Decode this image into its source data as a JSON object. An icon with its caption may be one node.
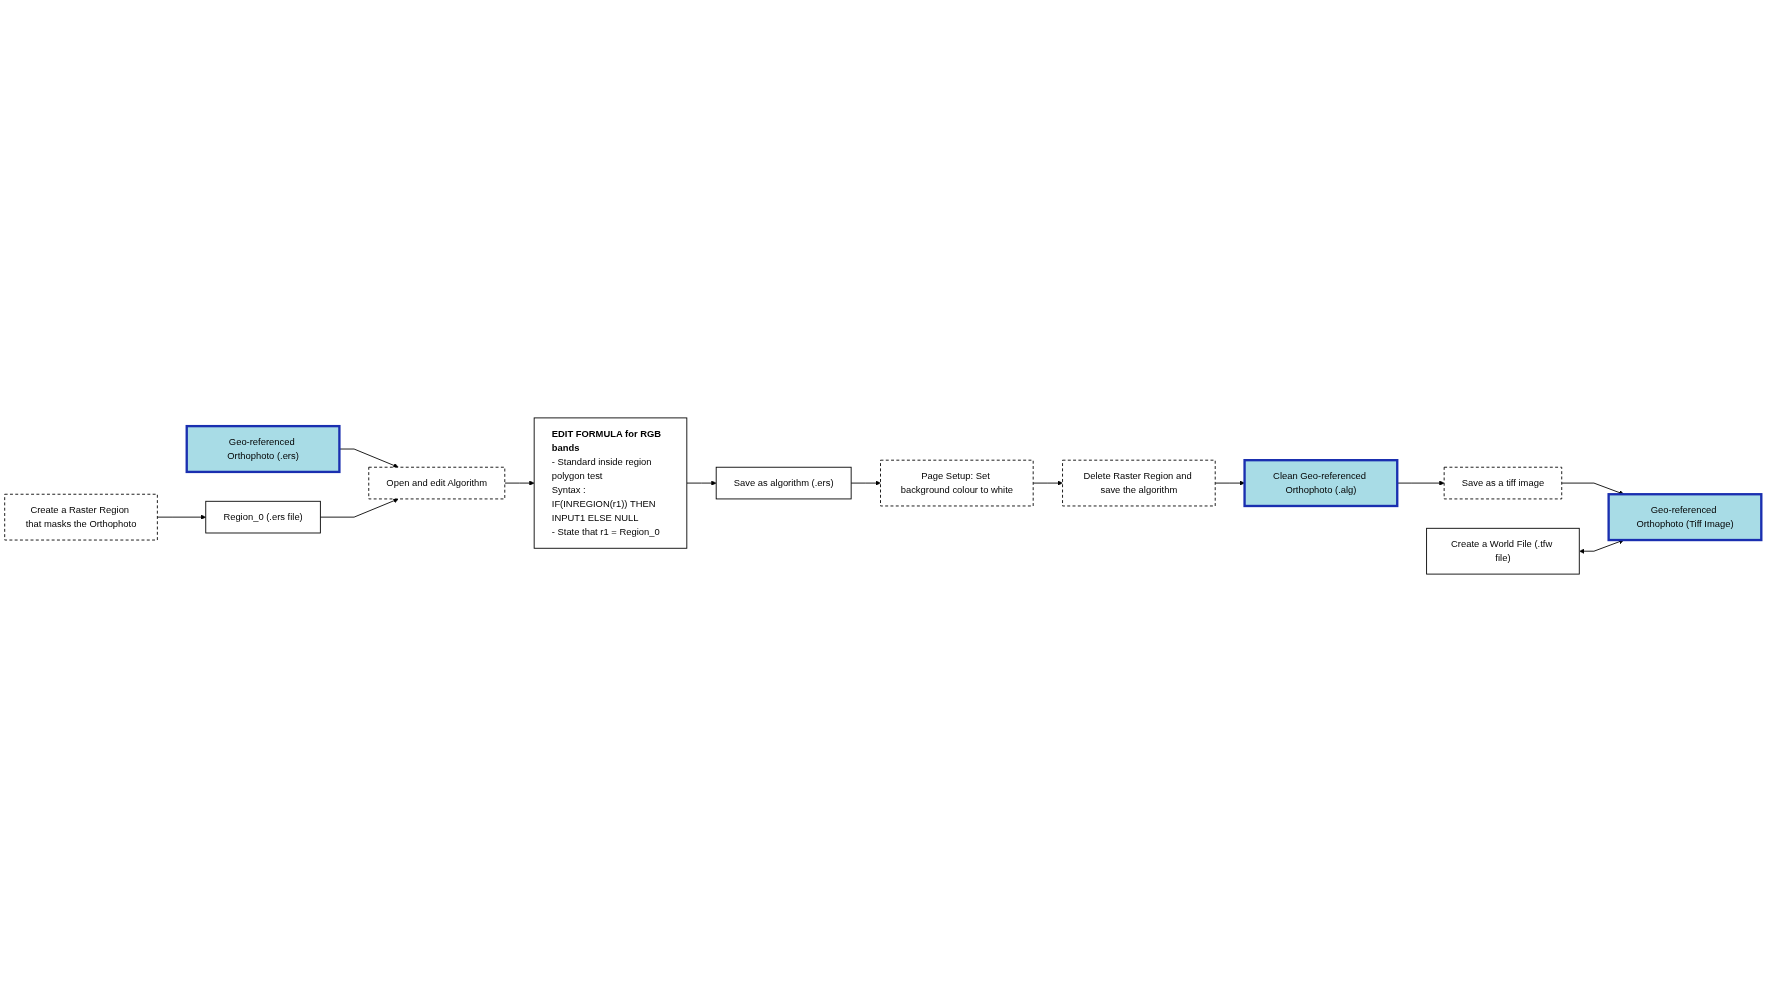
{
  "diagram": {
    "nodes": [
      {
        "text": [
          "Geo-referenced Orthophoto (.ers)"
        ]
      },
      {
        "text": [
          "Create a Raster Region that masks the Orthophoto"
        ]
      },
      {
        "text": [
          "Region_0 (.ers file)"
        ]
      },
      {
        "text": [
          "Open and edit Algorithm"
        ]
      },
      {
        "text": [
          "EDIT FORMULA for RGB bands",
          "- Standard inside region polygon test",
          "Syntax :",
          "IF(INREGION(r1)) THEN INPUT1 ELSE NULL",
          "- State that r1 = Region_0"
        ]
      },
      {
        "text": [
          "Save as algorithm (.ers)"
        ]
      },
      {
        "text": [
          "Page Setup: Set background colour to white"
        ]
      },
      {
        "text": [
          "Delete Raster Region and save the algorithm"
        ]
      },
      {
        "text": [
          "Clean Geo-referenced Orthophoto (.alg)"
        ]
      },
      {
        "text": [
          "Save as a tiff image"
        ]
      },
      {
        "text": [
          "Geo-referenced Orthophoto (Tiff Image)"
        ]
      },
      {
        "text": [
          "Create a World File (.tfw file)"
        ]
      }
    ],
    "edges": [
      {
        "from": 1,
        "to": 2,
        "arrow": "to"
      },
      {
        "from": 0,
        "to": 3,
        "arrow": "to"
      },
      {
        "from": 2,
        "to": 3,
        "arrow": "to"
      },
      {
        "from": 3,
        "to": 4,
        "arrow": "to"
      },
      {
        "from": 4,
        "to": 5,
        "arrow": "to"
      },
      {
        "from": 5,
        "to": 6,
        "arrow": "to"
      },
      {
        "from": 6,
        "to": 7,
        "arrow": "to"
      },
      {
        "from": 7,
        "to": 8,
        "arrow": "to"
      },
      {
        "from": 8,
        "to": 9,
        "arrow": "to"
      },
      {
        "from": 9,
        "to": 10,
        "arrow": "to"
      },
      {
        "from": 11,
        "to": 10,
        "arrow": "both"
      }
    ]
  }
}
